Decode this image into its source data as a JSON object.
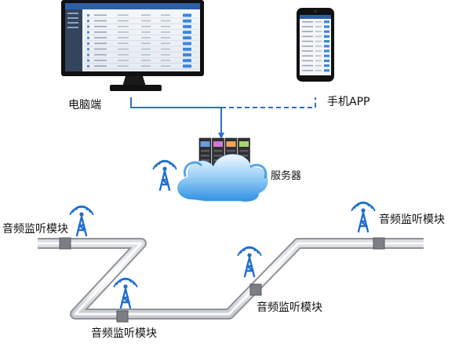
{
  "labels": {
    "pc": "电脑端",
    "mobile_app": "手机APP",
    "server": "服务器",
    "module_a": "音频监听模块",
    "module_b": "音频监听模块",
    "module_c": "音频监听模块",
    "module_d": "音频监听模块"
  },
  "colors": {
    "line_blue": "#2e6fc7",
    "pipe_fill": "#f4f5f7",
    "pipe_edge": "#8f9398",
    "tower_blue": "#1f6fd0",
    "cloud_light": "#e9f4ff",
    "cloud_mid": "#7fc0f2",
    "cloud_dark": "#3d98e6",
    "monitor_black": "#111111",
    "screen_blue": "#2d5fa8"
  },
  "icons": [
    "monitor-icon",
    "smartphone-icon",
    "server-cloud-icon",
    "signal-tower-icon"
  ]
}
